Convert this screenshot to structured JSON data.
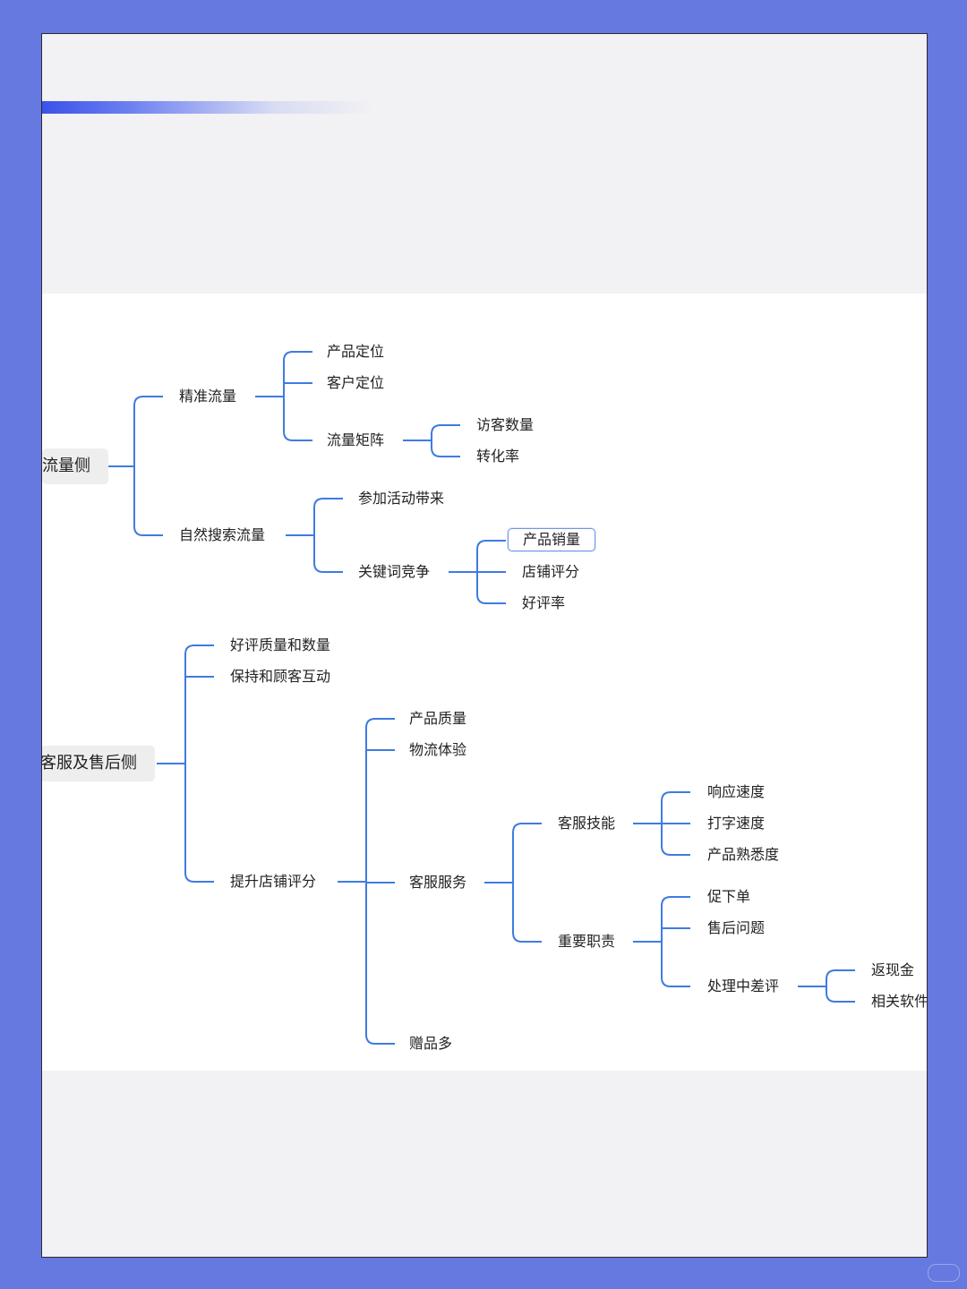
{
  "mindmap": {
    "traffic": {
      "root": "流量侧",
      "precise": {
        "label": "精准流量",
        "product_position": "产品定位",
        "customer_position": "客户定位",
        "matrix": {
          "label": "流量矩阵",
          "visitors": "访客数量",
          "conversion": "转化率"
        }
      },
      "natural": {
        "label": "自然搜索流量",
        "activity": "参加活动带来",
        "keyword": {
          "label": "关键词竞争",
          "sales": "产品销量",
          "store_score": "店铺评分",
          "positive_rate": "好评率"
        }
      }
    },
    "service": {
      "root": "客服及售后侧",
      "review_quality": "好评质量和数量",
      "interaction": "保持和顾客互动",
      "improve": {
        "label": "提升店铺评分",
        "product_quality": "产品质量",
        "logistics": "物流体验",
        "cs_service": {
          "label": "客服服务",
          "skills": {
            "label": "客服技能",
            "response": "响应速度",
            "typing": "打字速度",
            "familiarity": "产品熟悉度"
          },
          "duties": {
            "label": "重要职责",
            "order": "促下单",
            "aftersale": "售后问题",
            "mid_review": {
              "label": "处理中差评",
              "cashback": "返现金",
              "software": "相关软件"
            }
          }
        },
        "gifts": "赠品多"
      }
    },
    "line_color": "#3f7be0"
  }
}
